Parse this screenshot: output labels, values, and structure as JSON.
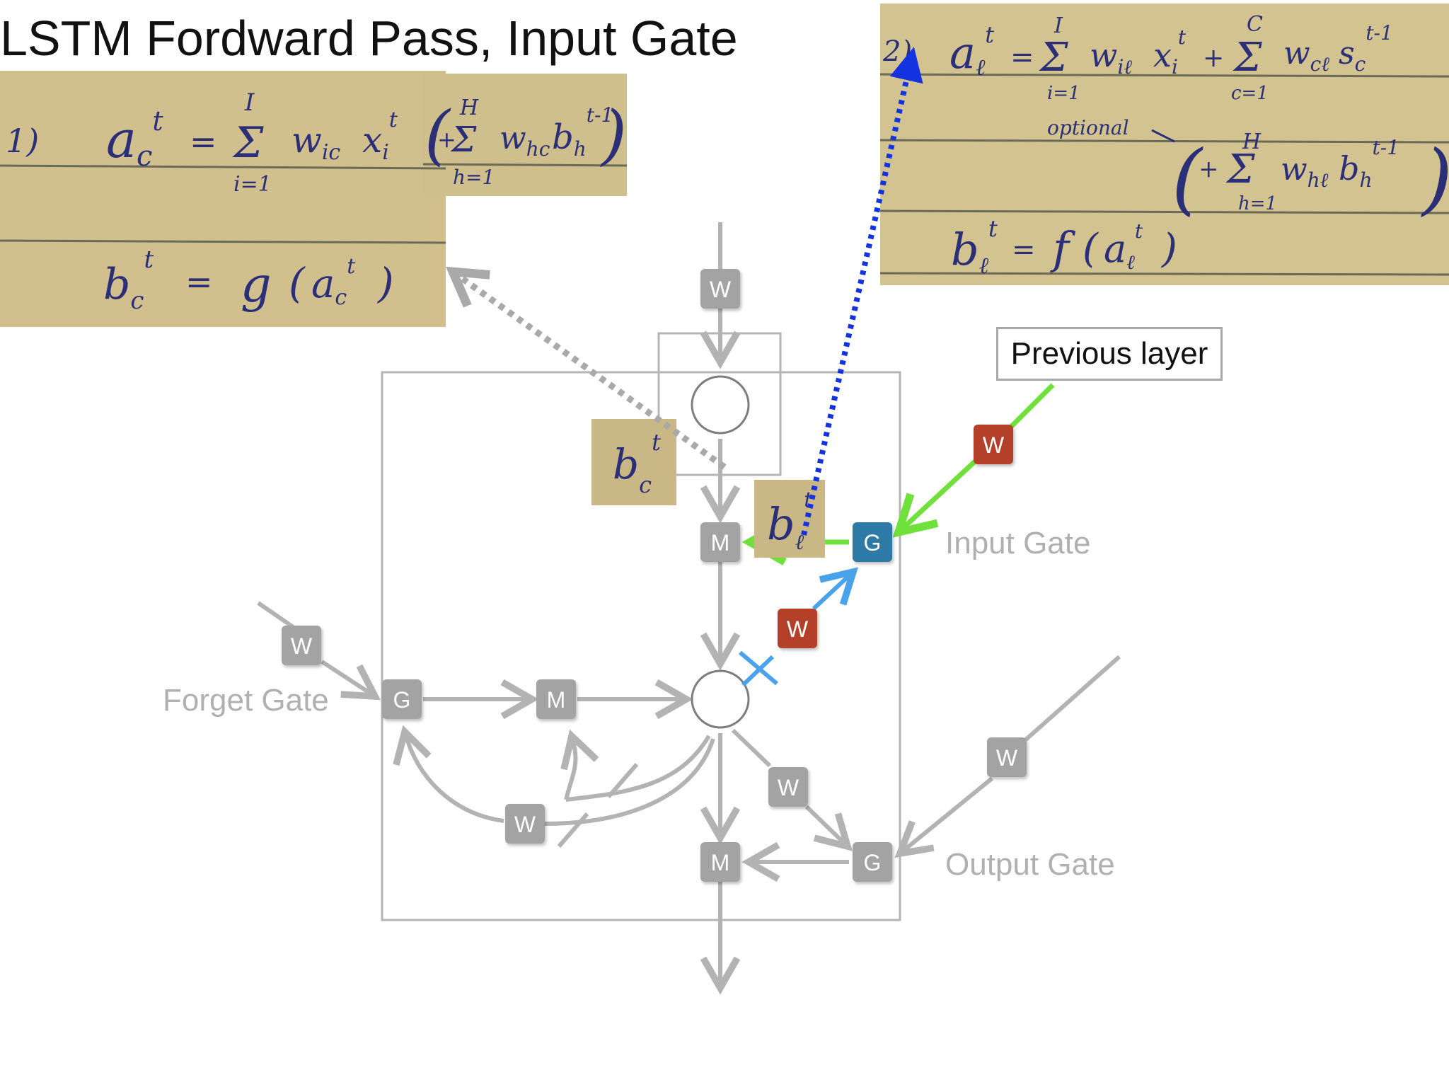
{
  "title": "LSTM Fordward Pass,  Input Gate",
  "previous_layer_label": "Previous layer",
  "gate_labels": {
    "input": "Input Gate",
    "forget": "Forget Gate",
    "output": "Output Gate"
  },
  "node_labels": {
    "weight": "W",
    "gate": "G",
    "multiply": "M"
  },
  "colors": {
    "gray_node": "#a3a3a3",
    "red_weight": "#b5402b",
    "blue_gate": "#2f7aa6",
    "green_arrow": "#6fe13a",
    "light_blue_arrow": "#4aa3ea",
    "dotted_blue": "#1433e0",
    "dotted_gray": "#a9a9a9",
    "paper": "#d4c493"
  },
  "equation_1": {
    "number": "1)",
    "line1": "a_c^t = Σ_{i=1}^{I} w_ic x_i^t ( + Σ_{h=1}^{H} w_hc b_h^{t-1} )",
    "line2": "b_c^t = g(a_c^t)"
  },
  "equation_2": {
    "number": "2)",
    "line1": "a_ℓ^t = Σ_{i=1}^{I} w_iℓ x_i^t + Σ_{c=1}^{C} w_cℓ s_c^{t-1}",
    "optional_label": "optional",
    "line2": "( + Σ_{h=1}^{H} w_hℓ b_h^{t-1} )",
    "line3": "b_ℓ^t = f(a_ℓ^t)"
  },
  "small_labels": {
    "b_c_t": "b_c^t",
    "b_l_t": "b_ℓ^t"
  }
}
